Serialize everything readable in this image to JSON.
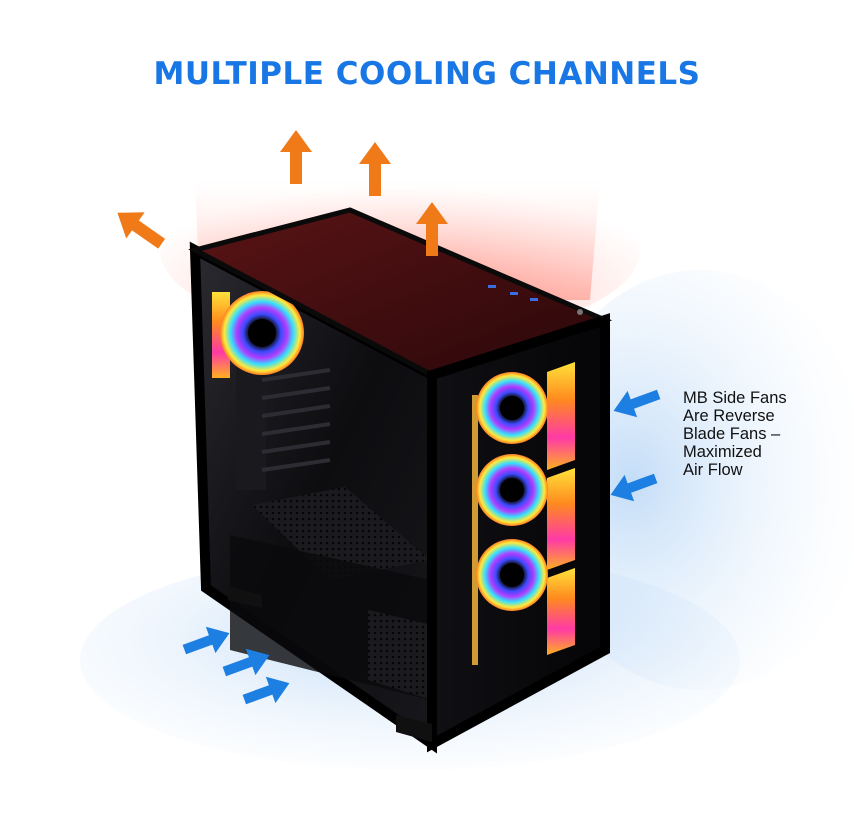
{
  "headline": "MULTIPLE COOLING CHANNELS",
  "side_note": {
    "lines": [
      "MB Side Fans",
      "Are Reverse",
      "Blade Fans –",
      "Maximized",
      "Air Flow"
    ]
  },
  "colors": {
    "headline": "#1877e5",
    "exhaust_arrow": "#f07a17",
    "intake_arrow": "#1d7fe2",
    "case_body": "#0b0b0d",
    "top_mesh": "#4a0f12"
  },
  "icons": {
    "exhaust": "arrow-up-orange-icon",
    "intake": "arrow-right-blue-icon"
  }
}
